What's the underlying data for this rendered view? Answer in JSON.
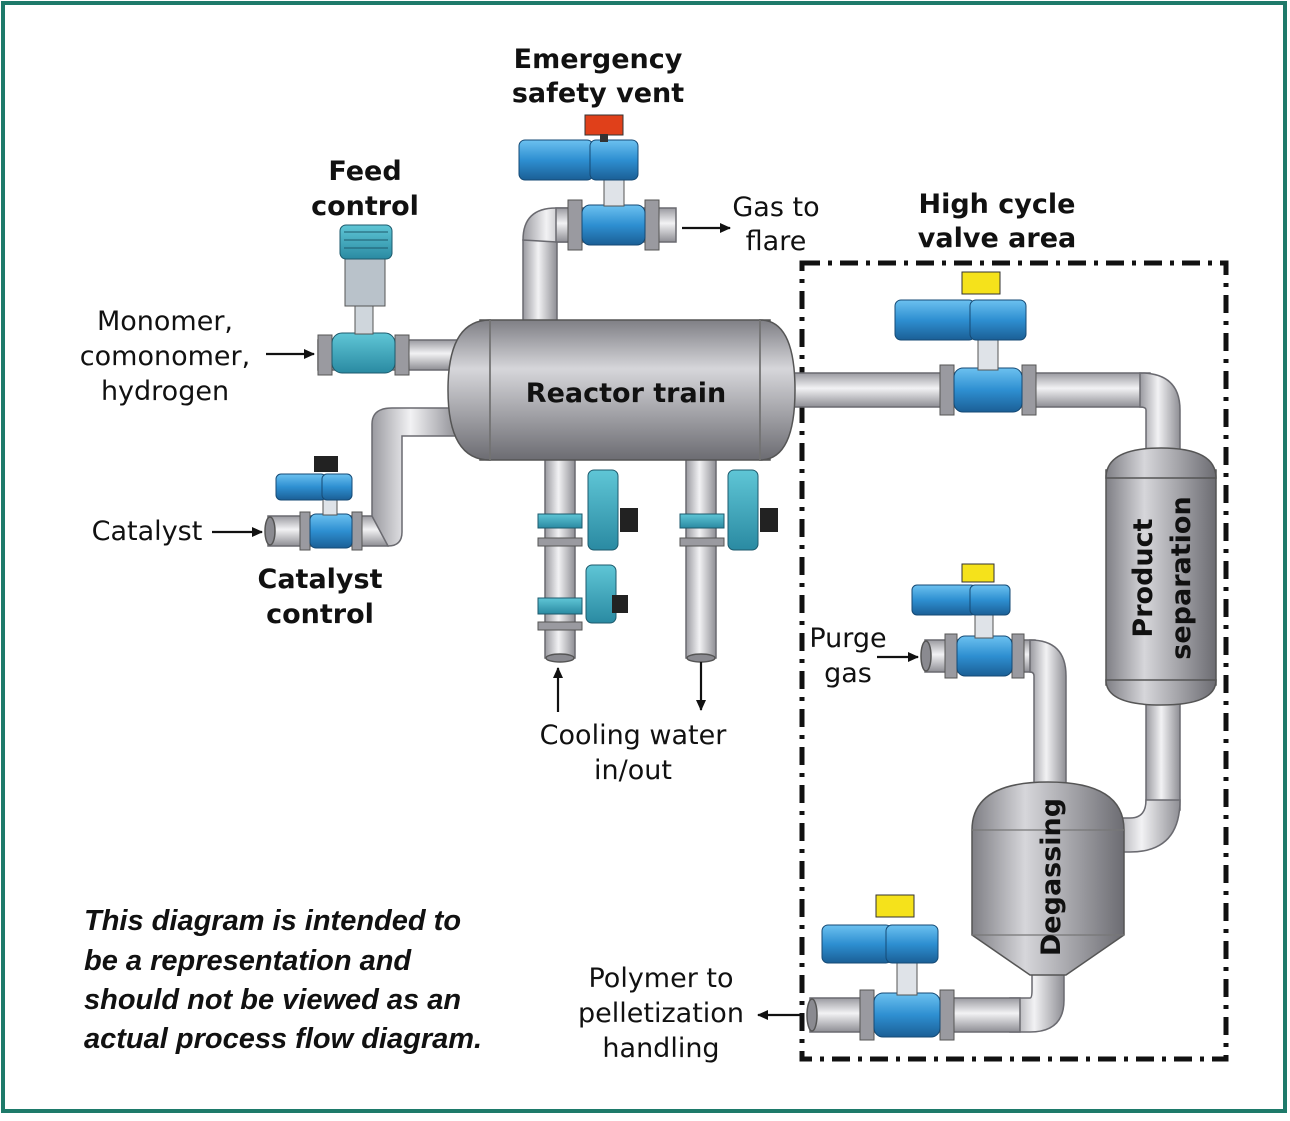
{
  "colors": {
    "border": "#1e7a6a",
    "pipe": "#c8c8cc",
    "vessel": "#a3a3a8",
    "valve_blue": "#2e8fd1",
    "handle_red": "#e0401a",
    "handle_yellow": "#f5e21b",
    "handle_black": "#222222"
  },
  "labels": {
    "emergency": [
      "Emergency",
      "safety vent"
    ],
    "gas_flare": [
      "Gas to",
      "flare"
    ],
    "feed": [
      "Feed",
      "control"
    ],
    "high_cycle": [
      "High cycle",
      "valve area"
    ],
    "monomer": [
      "Monomer,",
      "comonomer,",
      "hydrogen"
    ],
    "reactor": "Reactor train",
    "catalyst": "Catalyst",
    "catalyst_control": [
      "Catalyst",
      "control"
    ],
    "product_separation": [
      "Product",
      "separation"
    ],
    "purge": [
      "Purge",
      "gas"
    ],
    "cooling": [
      "Cooling water",
      "in/out"
    ],
    "degassing": "Degassing",
    "polymer": [
      "Polymer to",
      "pelletization",
      "handling"
    ],
    "disclaimer": [
      "This diagram is intended to",
      "be a representation and",
      "should not be viewed as an",
      "actual process flow diagram."
    ]
  }
}
